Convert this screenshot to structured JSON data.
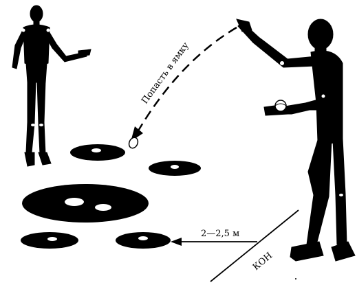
{
  "labels": {
    "throw_instruction": "Попасть в ямку",
    "distance": "2—2,5 м",
    "line_label": "КОН"
  },
  "colors": {
    "ink": "#000000",
    "paper": "#ffffff"
  }
}
